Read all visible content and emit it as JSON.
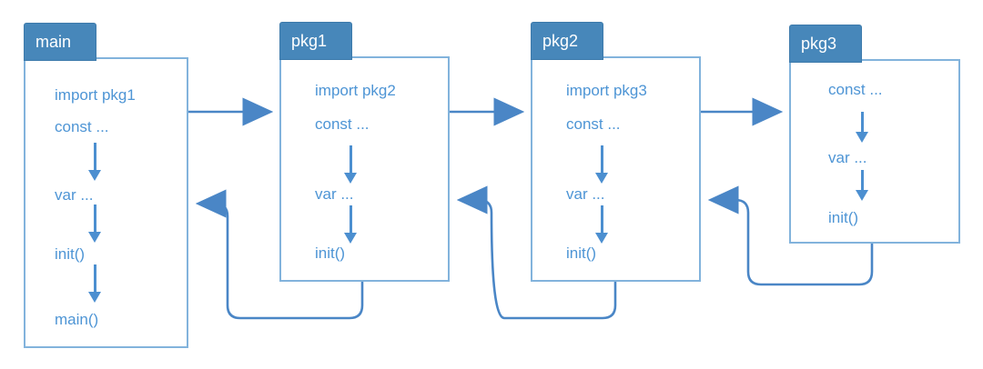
{
  "diagram": {
    "description": "Go program initialization order flow",
    "packages": [
      {
        "tab": "main",
        "statements": {
          "import": "import pkg1",
          "const": "const ...",
          "var": "var ...",
          "init": "init()",
          "main": "main()"
        }
      },
      {
        "tab": "pkg1",
        "statements": {
          "import": "import pkg2",
          "const": "const ...",
          "var": "var ...",
          "init": "init()"
        }
      },
      {
        "tab": "pkg2",
        "statements": {
          "import": "import pkg3",
          "const": "const ...",
          "var": "var ...",
          "init": "init()"
        }
      },
      {
        "tab": "pkg3",
        "statements": {
          "const": "const ...",
          "var": "var ...",
          "init": "init()"
        }
      }
    ],
    "connectors": [
      {
        "from": "main",
        "to": "pkg1",
        "type": "import-call"
      },
      {
        "from": "pkg1",
        "to": "pkg2",
        "type": "import-call"
      },
      {
        "from": "pkg2",
        "to": "pkg3",
        "type": "import-call"
      },
      {
        "from": "pkg1",
        "to": "main",
        "type": "return"
      },
      {
        "from": "pkg2",
        "to": "pkg1",
        "type": "return"
      },
      {
        "from": "pkg3",
        "to": "pkg2",
        "type": "return"
      }
    ],
    "colors": {
      "tab_fill": "#4787ba",
      "box_border": "#82b3dc",
      "statement_text": "#4e95d5",
      "arrow": "#4a86c6",
      "tab_text": "#ffffff",
      "background": "#ffffff"
    }
  }
}
